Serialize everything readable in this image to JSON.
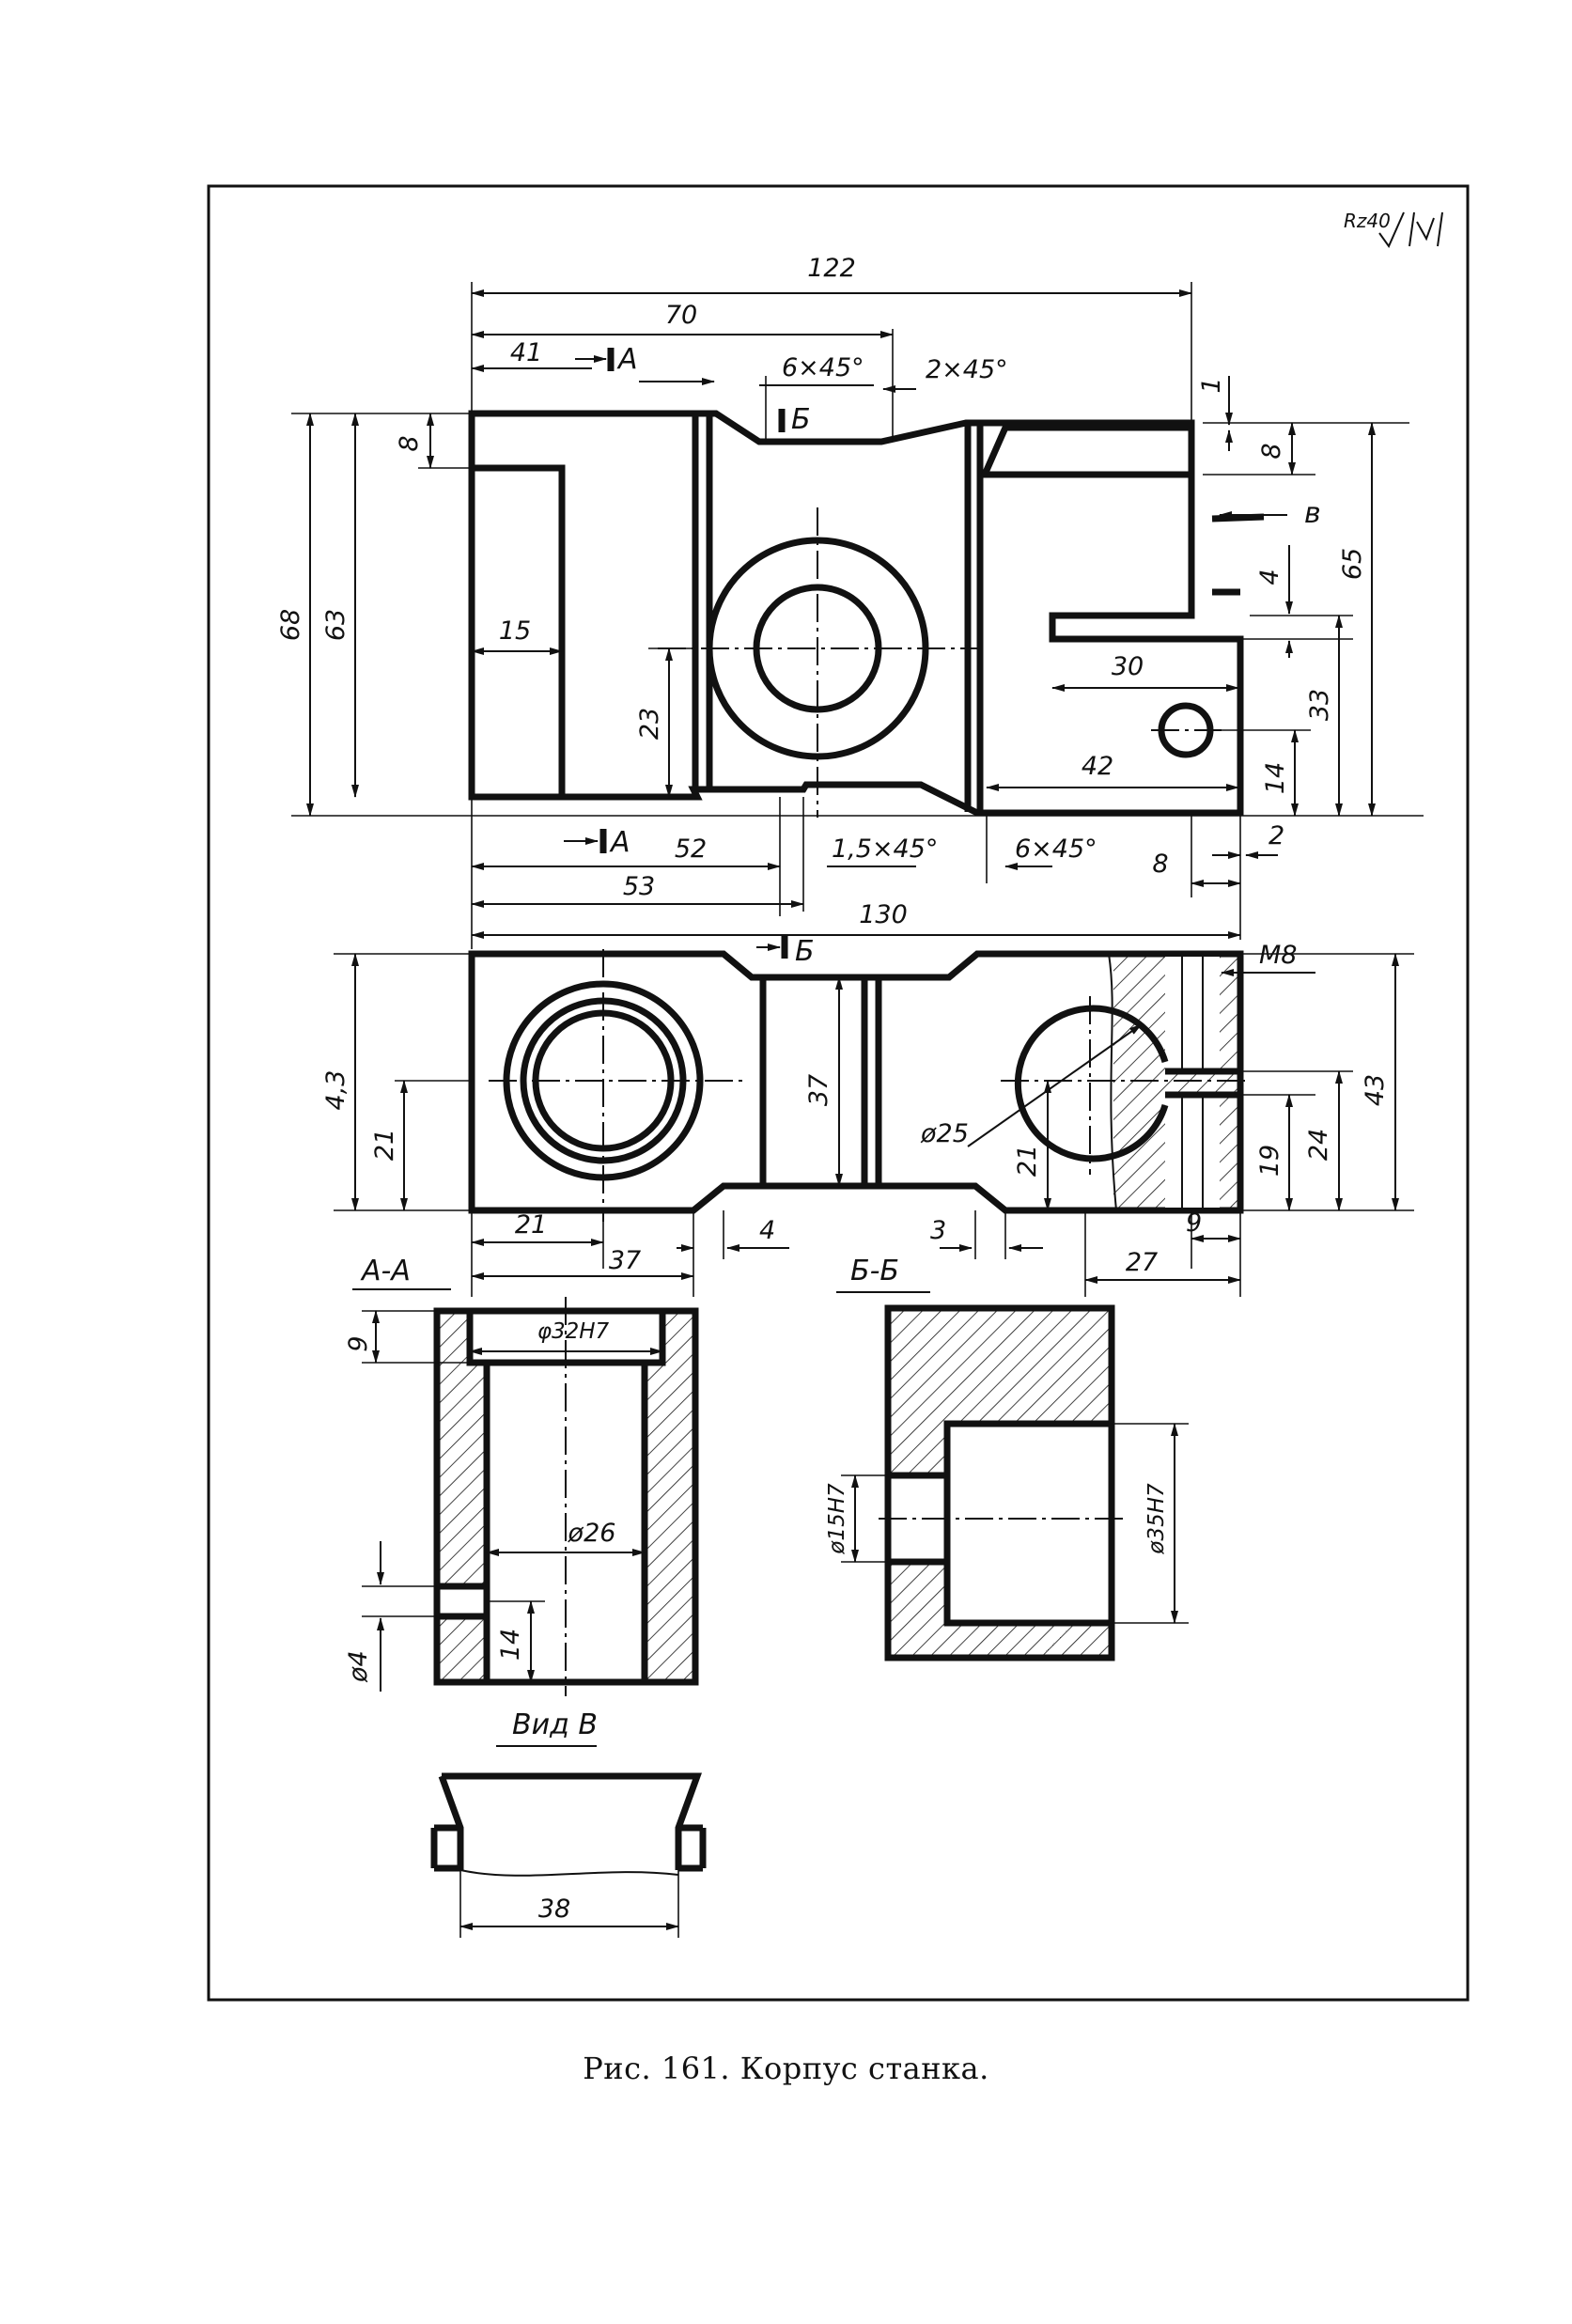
{
  "drawing": {
    "roughness": "Rz40",
    "front_view": {
      "dims": {
        "overall_122": "122",
        "d70": "70",
        "d41": "41",
        "chamfer_6x45_top": "6×45°",
        "chamfer_2x45": "2×45°",
        "d1": "1",
        "d8_right": "8",
        "d68": "68",
        "d63": "63",
        "d8_left": "8",
        "d15": "15",
        "d23": "23",
        "d4": "4",
        "d65": "65",
        "d30": "30",
        "d33": "33",
        "d42": "42",
        "d14": "14",
        "d52": "52",
        "chamfer_1_5x45": "1,5×45°",
        "chamfer_6x45_bottom": "6×45°",
        "d8_bottom": "8",
        "d2": "2",
        "d53": "53",
        "d130": "130"
      },
      "section_marks": {
        "a_top": "A",
        "b_top": "Б",
        "a_bottom": "A",
        "view_v": "в"
      }
    },
    "top_view": {
      "dims": {
        "d43_left": "4,3",
        "d21_left": "21",
        "d37_mid": "37",
        "phi25": "ø25",
        "d21_right": "21",
        "m8": "M8",
        "d19": "19",
        "d24": "24",
        "d43_right": "43",
        "d21_bottom": "21",
        "d37_bottom": "37",
        "d4": "4",
        "d3": "3",
        "d9": "9",
        "d27": "27"
      },
      "section_mark_b": "Б"
    },
    "section_aa": {
      "title": "А-А",
      "dims": {
        "d9": "9",
        "phi32h7": "φ32H7",
        "phi26": "ø26",
        "d14": "14",
        "phi4": "ø4"
      }
    },
    "section_bb": {
      "title": "Б-Б",
      "dims": {
        "phi15h7": "ø15H7",
        "phi35h7": "ø35H7"
      }
    },
    "view_v": {
      "title": "Вид В",
      "dims": {
        "d38": "38"
      }
    }
  },
  "caption": "Рис. 161. Корпус станка."
}
